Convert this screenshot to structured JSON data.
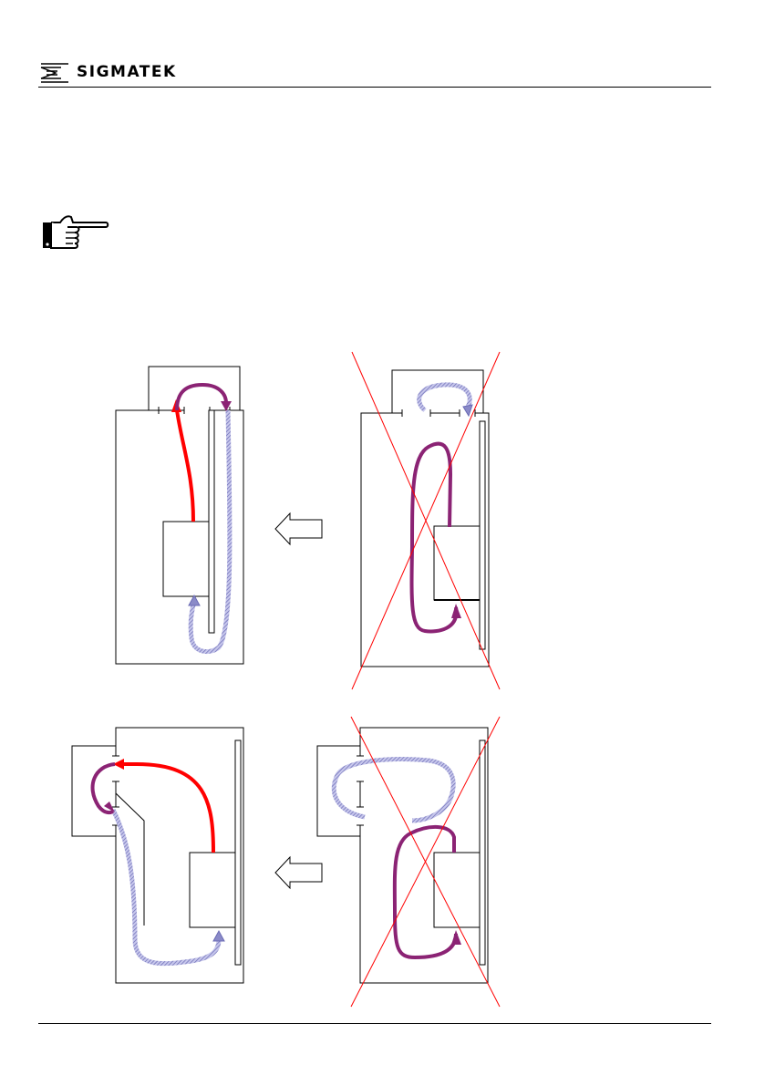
{
  "header": {
    "page_number": "",
    "brand": "SIGMATEK"
  },
  "icons": {
    "logo": "sigmatek-logo-icon",
    "note": "pointing-hand-icon",
    "arrow": "hollow-left-arrow-icon",
    "invalid": "red-cross-icon"
  },
  "colors": {
    "hot_air": "#ff0000",
    "circulating_air": "#8b2374",
    "cool_air": "#8a8ac8",
    "cross": "#ff0000"
  },
  "figures": [
    {
      "name": "roof-fan-correct",
      "valid": true
    },
    {
      "name": "roof-fan-incorrect",
      "valid": false
    },
    {
      "name": "side-fan-correct",
      "valid": true
    },
    {
      "name": "side-fan-incorrect",
      "valid": false
    }
  ]
}
